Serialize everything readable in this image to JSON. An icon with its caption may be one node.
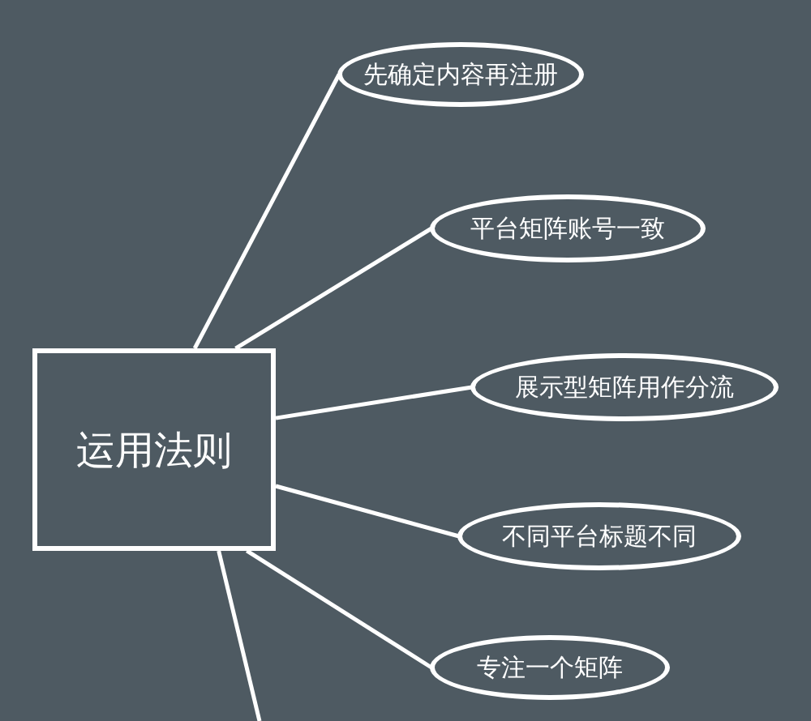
{
  "diagram": {
    "nodes": [
      {
        "text": [
          "运用法则"
        ]
      },
      {
        "text": [
          "先确定内容再注册"
        ]
      },
      {
        "text": [
          "平台矩阵账号一致"
        ]
      },
      {
        "text": [
          "展示型矩阵用作分流"
        ]
      },
      {
        "text": [
          "不同平台标题不同"
        ]
      },
      {
        "text": [
          "专注一个矩阵"
        ]
      }
    ],
    "edges": [
      {
        "from": 0,
        "to": 1,
        "arrow": "none"
      },
      {
        "from": 0,
        "to": 2,
        "arrow": "none"
      },
      {
        "from": 0,
        "to": 3,
        "arrow": "none"
      },
      {
        "from": 0,
        "to": 4,
        "arrow": "none"
      },
      {
        "from": 0,
        "to": 5,
        "arrow": "none"
      },
      {
        "from": 0,
        "to": null,
        "arrow": "none"
      }
    ]
  }
}
